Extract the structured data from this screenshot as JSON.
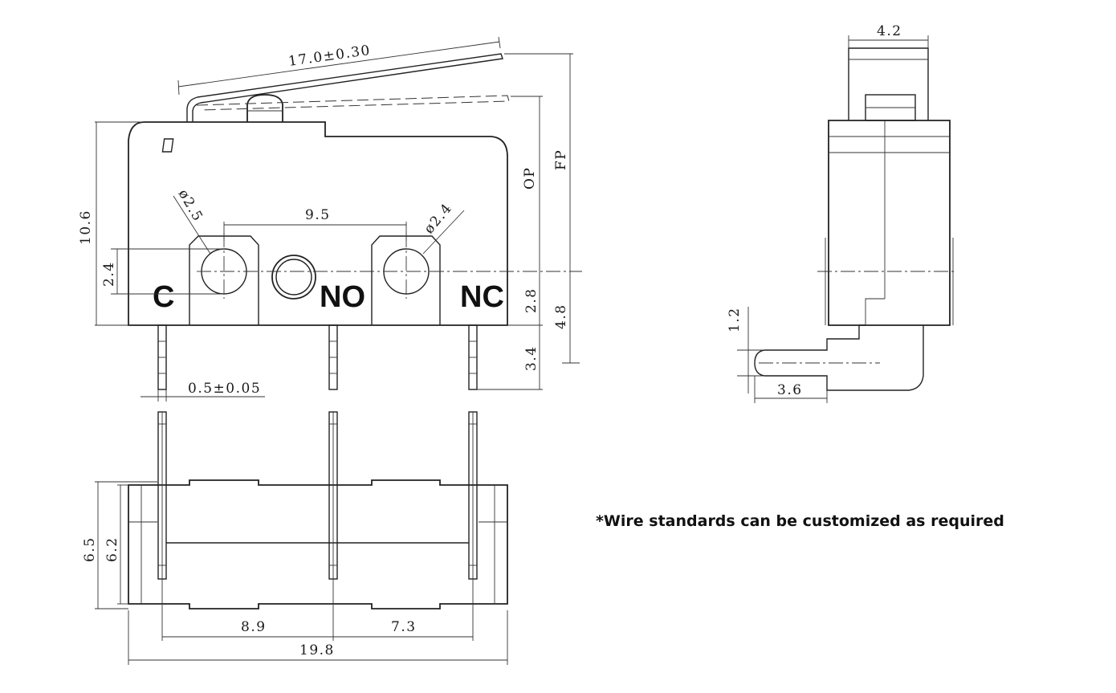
{
  "front_view": {
    "dims": {
      "lever_length": "17.0±0.30",
      "height": "10.6",
      "hole_c_dia": "ø2.5",
      "hole_nc_dia": "ø2.4",
      "hole_pitch": "9.5",
      "hole_height": "2.4",
      "op": "OP",
      "fp": "FP",
      "hole_to_bottom": "2.8",
      "hole_to_pin": "4.8",
      "pin_length": "3.4",
      "pin_thickness": "0.5±0.05"
    },
    "terminals": {
      "c": "C",
      "no": "NO",
      "nc": "NC"
    }
  },
  "bottom_view": {
    "dims": {
      "width_outer": "6.5",
      "width_inner": "6.2",
      "pitch_c_no": "8.9",
      "pitch_no_nc": "7.3",
      "length": "19.8"
    }
  },
  "side_view": {
    "dims": {
      "lever_width": "4.2",
      "offset": "1.2",
      "pin_offset": "3.6"
    }
  },
  "note": "*Wire standards can be customized as required"
}
